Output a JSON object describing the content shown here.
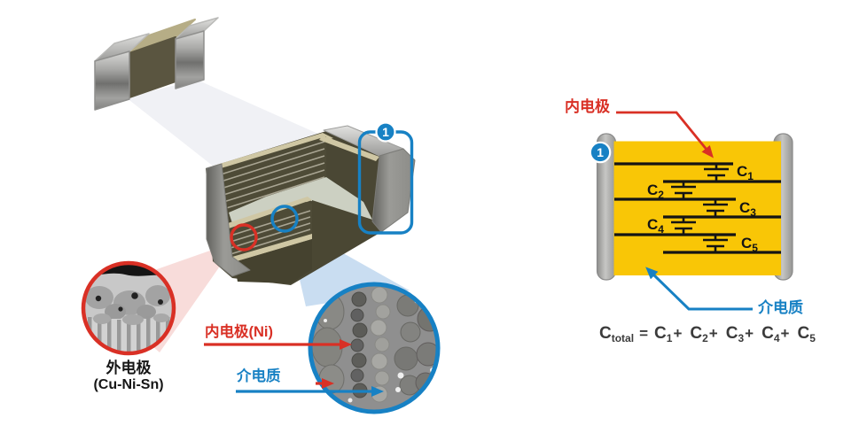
{
  "colors": {
    "accent_red": "#D93025",
    "accent_blue": "#1781C4",
    "ceramic_yellow": "#F9C606"
  },
  "cutaway": {
    "badge": "1"
  },
  "sem_external": {
    "label_line1": "外电极",
    "label_line2": "(Cu-Ni-Sn)"
  },
  "sem_internal": {
    "electrode_label": "内电极(Ni)",
    "dielectric_label": "介电质"
  },
  "schematic": {
    "badge": "1",
    "electrode_label": "内电极",
    "dielectric_label": "介电质",
    "capacitors": [
      {
        "base": "C",
        "sub": "1"
      },
      {
        "base": "C",
        "sub": "2"
      },
      {
        "base": "C",
        "sub": "3"
      },
      {
        "base": "C",
        "sub": "4"
      },
      {
        "base": "C",
        "sub": "5"
      }
    ]
  },
  "formula": {
    "lhs_base": "C",
    "lhs_sub": "total",
    "equals": "=",
    "terms": [
      {
        "base": "C",
        "sub": "1",
        "sep": "+"
      },
      {
        "base": "C",
        "sub": "2",
        "sep": "+"
      },
      {
        "base": "C",
        "sub": "3",
        "sep": "+"
      },
      {
        "base": "C",
        "sub": "4",
        "sep": "+"
      },
      {
        "base": "C",
        "sub": "5",
        "sep": ""
      }
    ]
  }
}
